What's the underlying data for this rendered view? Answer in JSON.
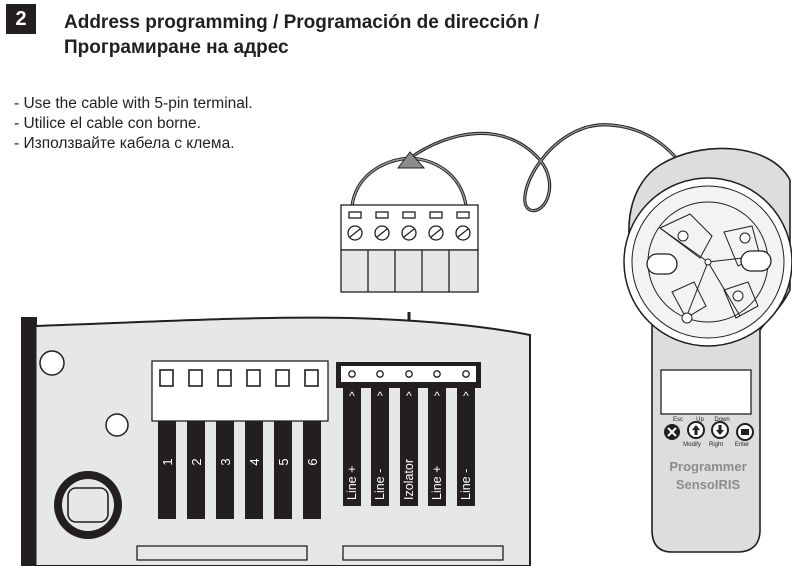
{
  "step": "2",
  "title_line1": "Address programming / Programación de dirección /",
  "title_line2": "Програмиране на адрес",
  "instructions": [
    "- Use the cable with 5-pin terminal.",
    "- Utilice el cable con borne.",
    "- Използвайте кабела с клема."
  ],
  "dip_labels": [
    "1",
    "2",
    "3",
    "4",
    "5",
    "6"
  ],
  "terminal_labels": [
    "Line +",
    "Line -",
    "Izolator",
    "Line +",
    "Line -"
  ],
  "programmer": {
    "name_line1": "Programmer",
    "name_line2": "SensoIRIS",
    "buttons": [
      {
        "top": "Esc",
        "bottom": "",
        "icon": "cross-icon"
      },
      {
        "top": "Up",
        "bottom": "Modify",
        "icon": "arrow-up-icon"
      },
      {
        "top": "Down",
        "bottom": "Right",
        "icon": "arrow-down-icon"
      },
      {
        "top": "",
        "bottom": "Enter",
        "icon": "enter-icon"
      }
    ]
  },
  "colors": {
    "outline": "#231f20",
    "board_fill": "#e6e7e8",
    "device_fill": "#dcdddf",
    "programmer_text": "#8a8c8e",
    "cable_grey": "#9a9c9e"
  }
}
